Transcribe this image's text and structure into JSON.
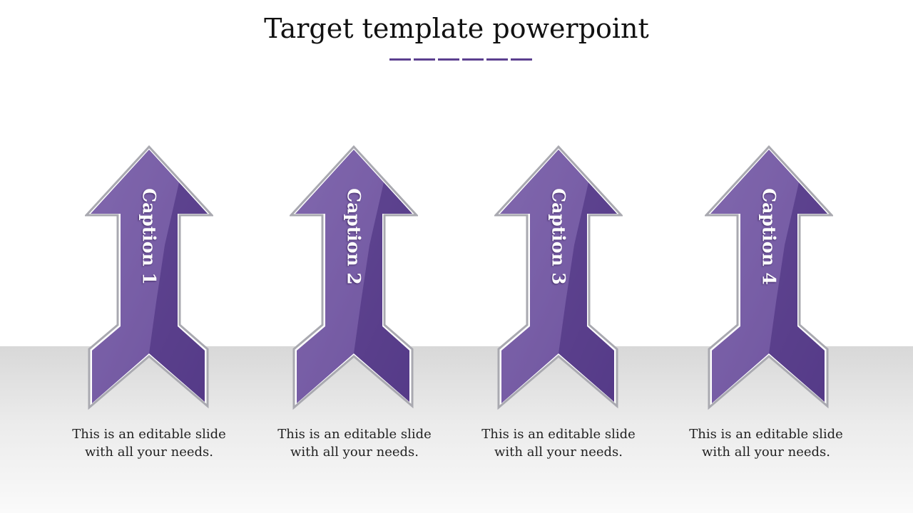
{
  "title": "Target template powerpoint",
  "colors": {
    "accent": "#6a4c9c",
    "accent_dark": "#4f3581",
    "accent_light": "#8a72b4",
    "floor": "#dcdcdc",
    "text": "#222222"
  },
  "items": [
    {
      "caption": "Caption 1",
      "desc_line1": "This is an editable slide",
      "desc_line2": "with all your needs."
    },
    {
      "caption": "Caption 2",
      "desc_line1": "This is an editable slide",
      "desc_line2": "with all your needs."
    },
    {
      "caption": "Caption 3",
      "desc_line1": "This is an editable slide",
      "desc_line2": "with all your needs."
    },
    {
      "caption": "Caption 4",
      "desc_line1": "This is an editable slide",
      "desc_line2": "with all your needs."
    }
  ]
}
